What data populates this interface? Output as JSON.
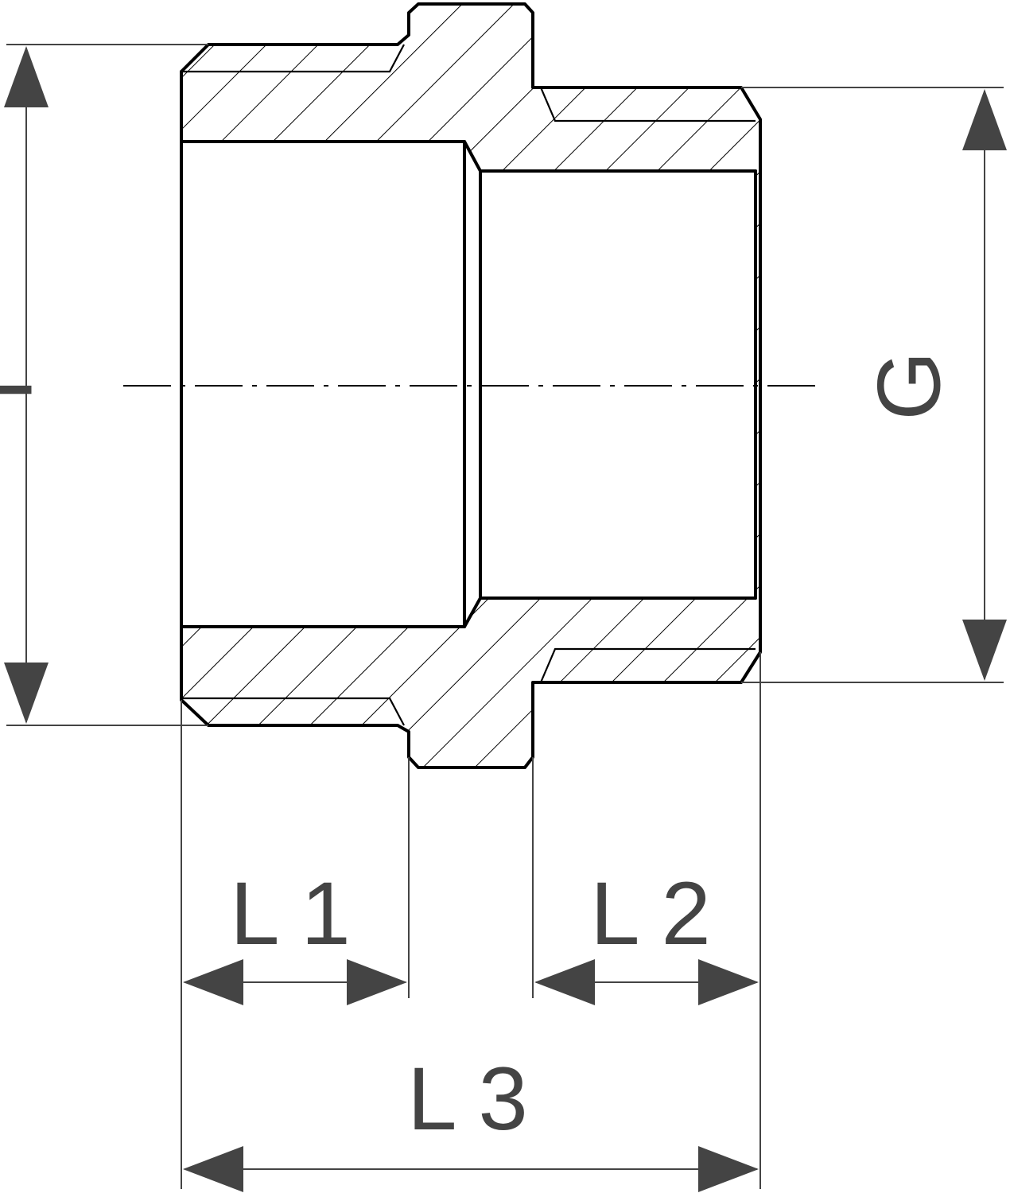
{
  "labels": {
    "dim_i": "I",
    "dim_g": "G",
    "dim_l1": "L 1",
    "dim_l2": "L 2",
    "dim_l3": "L 3"
  },
  "colors": {
    "outline": "#000000",
    "dimension": "#444444",
    "background": "#ffffff"
  }
}
